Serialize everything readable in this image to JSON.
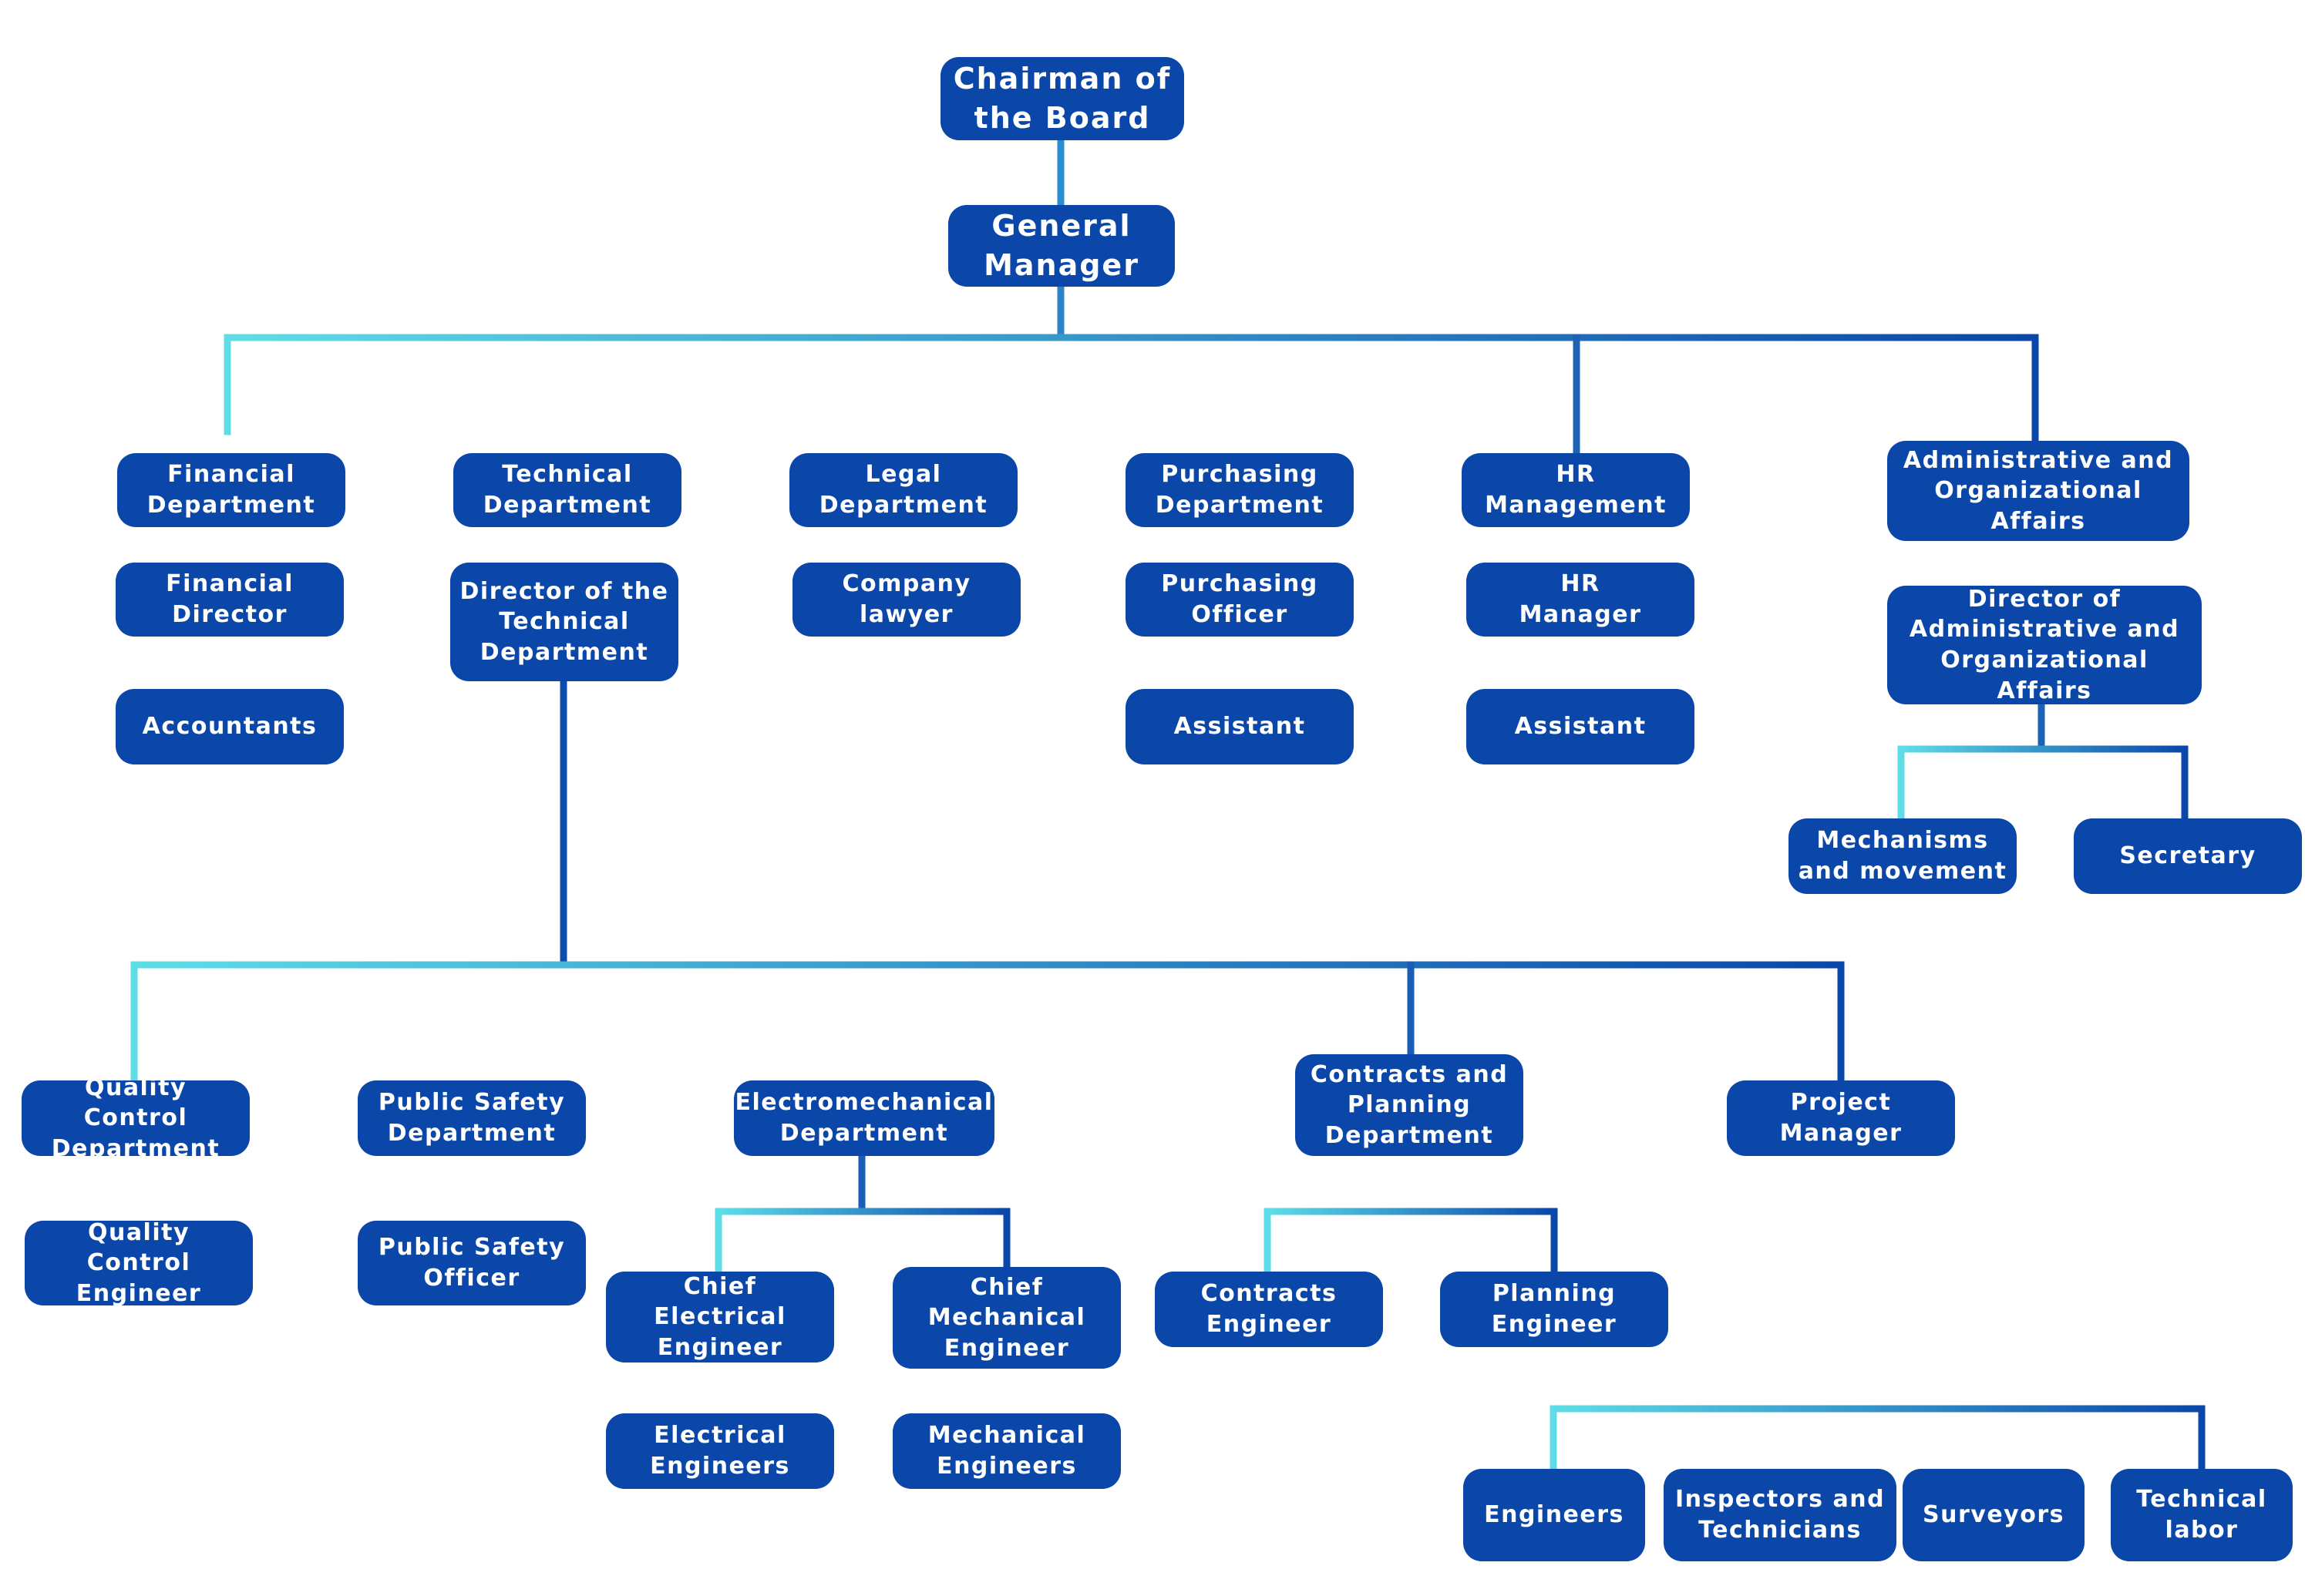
{
  "colors": {
    "box": "#0a47a9",
    "line_light": "#5fdde6",
    "line_dark": "#0a47a9"
  },
  "nodes": {
    "chairman": "Chairman of\nthe Board",
    "general_manager": "General\nManager",
    "financial_department": "Financial\nDepartment",
    "financial_director": "Financial\nDirector",
    "accountants": "Accountants",
    "technical_department": "Technical\nDepartment",
    "director_technical": "Director of the\nTechnical\nDepartment",
    "legal_department": "Legal\nDepartment",
    "company_lawyer": "Company\nlawyer",
    "purchasing_department": "Purchasing\nDepartment",
    "purchasing_officer": "Purchasing\nOfficer",
    "purchasing_assistant": "Assistant",
    "hr_management": "HR\nManagement",
    "hr_manager": "HR\nManager",
    "hr_assistant": "Assistant",
    "admin_affairs": "Administrative and\nOrganizational Affairs",
    "director_admin": "Director of\nAdministrative and\nOrganizational Affairs",
    "mechanisms_movement": "Mechanisms\nand movement",
    "secretary": "Secretary",
    "quality_control_department": "Quality Control\nDepartment",
    "quality_control_engineer": "Quality Control\nEngineer",
    "public_safety_department": "Public Safety\nDepartment",
    "public_safety_officer": "Public Safety\nOfficer",
    "electromechanical_department": "Electromechanical\nDepartment",
    "chief_electrical_engineer": "Chief Electrical\nEngineer",
    "chief_mechanical_engineer": "Chief\nMechanical\nEngineer",
    "electrical_engineers": "Electrical\nEngineers",
    "mechanical_engineers": "Mechanical\nEngineers",
    "contracts_planning_department": "Contracts and\nPlanning\nDepartment",
    "contracts_engineer": "Contracts\nEngineer",
    "planning_engineer": "Planning\nEngineer",
    "project_manager": "Project\nManager",
    "engineers": "Engineers",
    "inspectors_technicians": "Inspectors and\nTechnicians",
    "surveyors": "Surveyors",
    "technical_labor": "Technical\nlabor"
  }
}
